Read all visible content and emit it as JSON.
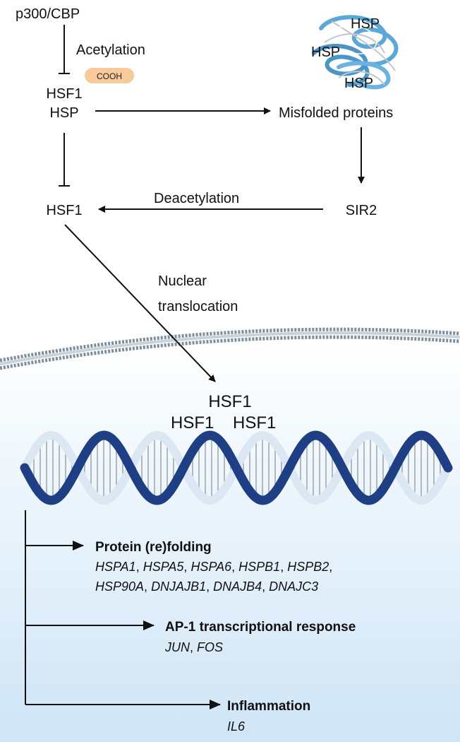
{
  "nodes": {
    "p300": "p300/CBP",
    "acetylation": "Acetylation",
    "cooh": "COOH",
    "hsf1_top": "HSF1",
    "hsp_top": "HSP",
    "misfolded": "Misfolded proteins",
    "hsp_cluster": [
      "HSP",
      "HSP",
      "HSP"
    ],
    "sir2": "SIR2",
    "deacetylation": "Deacetylation",
    "hsf1_mid": "HSF1",
    "nuclear_1": "Nuclear",
    "nuclear_2": "translocation",
    "trimer": [
      "HSF1",
      "HSF1",
      "HSF1"
    ]
  },
  "outputs": [
    {
      "title": "Protein (re)folding",
      "genes": [
        "HSPA1",
        "HSPA5",
        "HSPA6",
        "HSPB1",
        "HSPB2",
        "HSP90A",
        "DNJAJB1",
        "DNAJB4",
        "DNAJC3"
      ]
    },
    {
      "title": "AP-1 transcriptional response",
      "genes": [
        "JUN",
        "FOS"
      ]
    },
    {
      "title": "Inflammation",
      "genes": [
        "IL6"
      ]
    }
  ],
  "colors": {
    "dna_strand": "#1f3f85",
    "nucleus_top": "#ffffff",
    "nucleus_bottom": "#cfe5f6",
    "membrane": "#8a9aa6",
    "protein_blue": "#5ba8d6",
    "cooh_badge": "#f8c99a"
  }
}
